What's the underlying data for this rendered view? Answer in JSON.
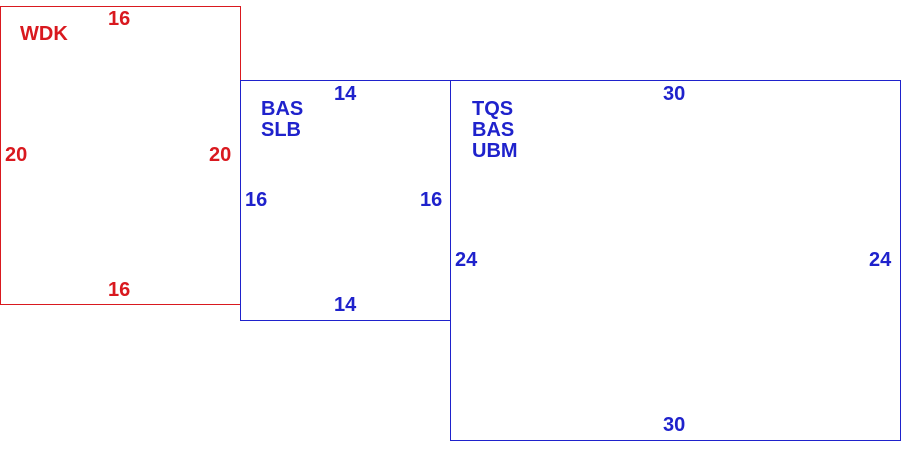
{
  "rooms": [
    {
      "color": "#d9191f",
      "labels": [
        "WDK"
      ],
      "dims": {
        "top": "16",
        "bottom": "16",
        "left": "20",
        "right": "20"
      }
    },
    {
      "color": "#1f22cc",
      "labels": [
        "BAS",
        "SLB"
      ],
      "dims": {
        "top": "14",
        "bottom": "14",
        "left": "16",
        "right": "16"
      }
    },
    {
      "color": "#1f22cc",
      "labels": [
        "TQS",
        "BAS",
        "UBM"
      ],
      "dims": {
        "top": "30",
        "bottom": "30",
        "left": "24",
        "right": "24"
      }
    }
  ]
}
